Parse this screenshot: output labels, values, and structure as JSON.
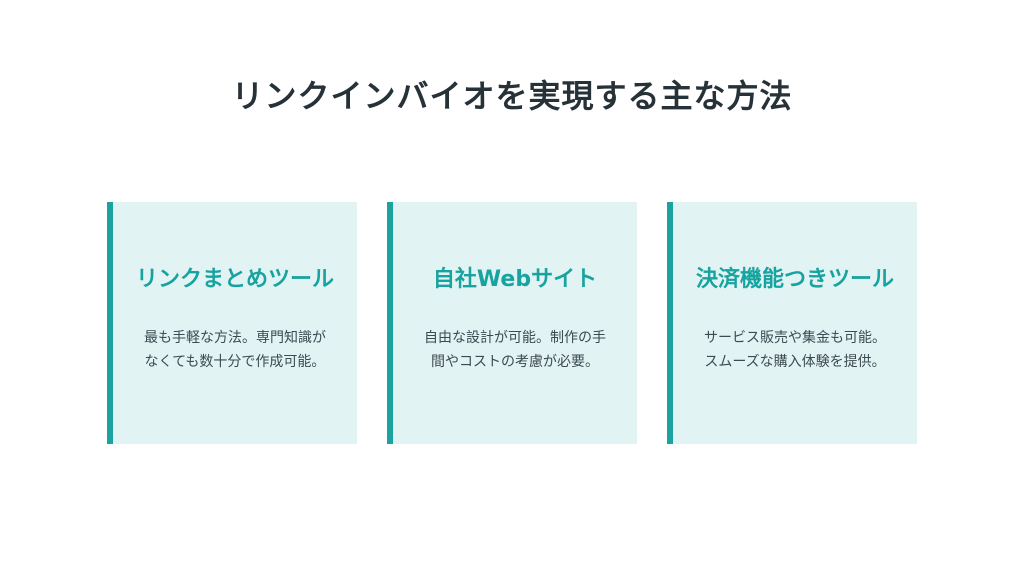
{
  "slide": {
    "title": "リンクインバイオを実現する主な方法"
  },
  "cards": [
    {
      "title": "リンクまとめツール",
      "description": "最も手軽な方法。専門知識がなくても数十分で作成可能。"
    },
    {
      "title": "自社Webサイト",
      "description": "自由な設計が可能。制作の手間やコストの考慮が必要。"
    },
    {
      "title": "決済機能つきツール",
      "description": "サービス販売や集金も可能。スムーズな購入体験を提供。"
    }
  ],
  "colors": {
    "accent": "#1aa39f",
    "card_background": "#e2f3f3",
    "title_text": "#263238",
    "body_text": "#3d4a52"
  }
}
